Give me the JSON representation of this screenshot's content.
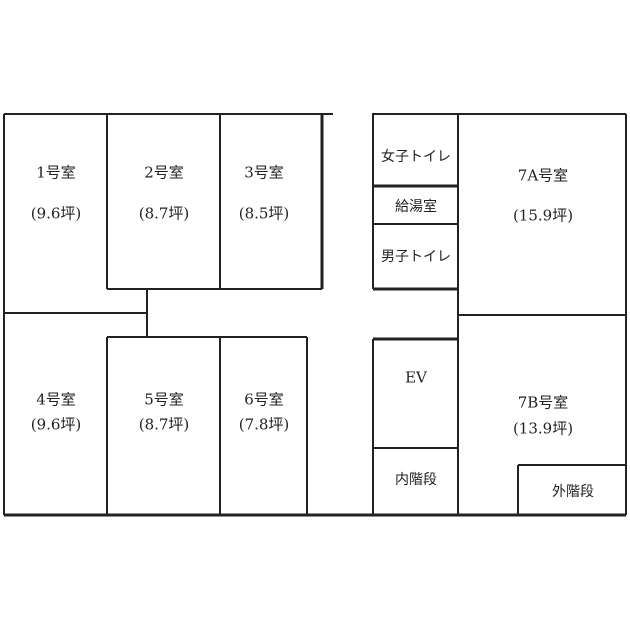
{
  "rooms": {
    "r1": {
      "name": "1号室",
      "area": "(9.6坪)"
    },
    "r2": {
      "name": "2号室",
      "area": "(8.7坪)"
    },
    "r3": {
      "name": "3号室",
      "area": "(8.5坪)"
    },
    "r4": {
      "name": "4号室",
      "area": "(9.6坪)"
    },
    "r5": {
      "name": "5号室",
      "area": "(8.7坪)"
    },
    "r6": {
      "name": "6号室",
      "area": "(7.8坪)"
    },
    "r7a": {
      "name": "7A号室",
      "area": "(15.9坪)"
    },
    "r7b": {
      "name": "7B号室",
      "area": "(13.9坪)"
    }
  },
  "facilities": {
    "womens_toilet": "女子トイレ",
    "kitchenette": "給湯室",
    "mens_toilet": "男子トイレ",
    "elevator": "EV",
    "inner_stairs": "内階段",
    "outer_stairs": "外階段"
  }
}
